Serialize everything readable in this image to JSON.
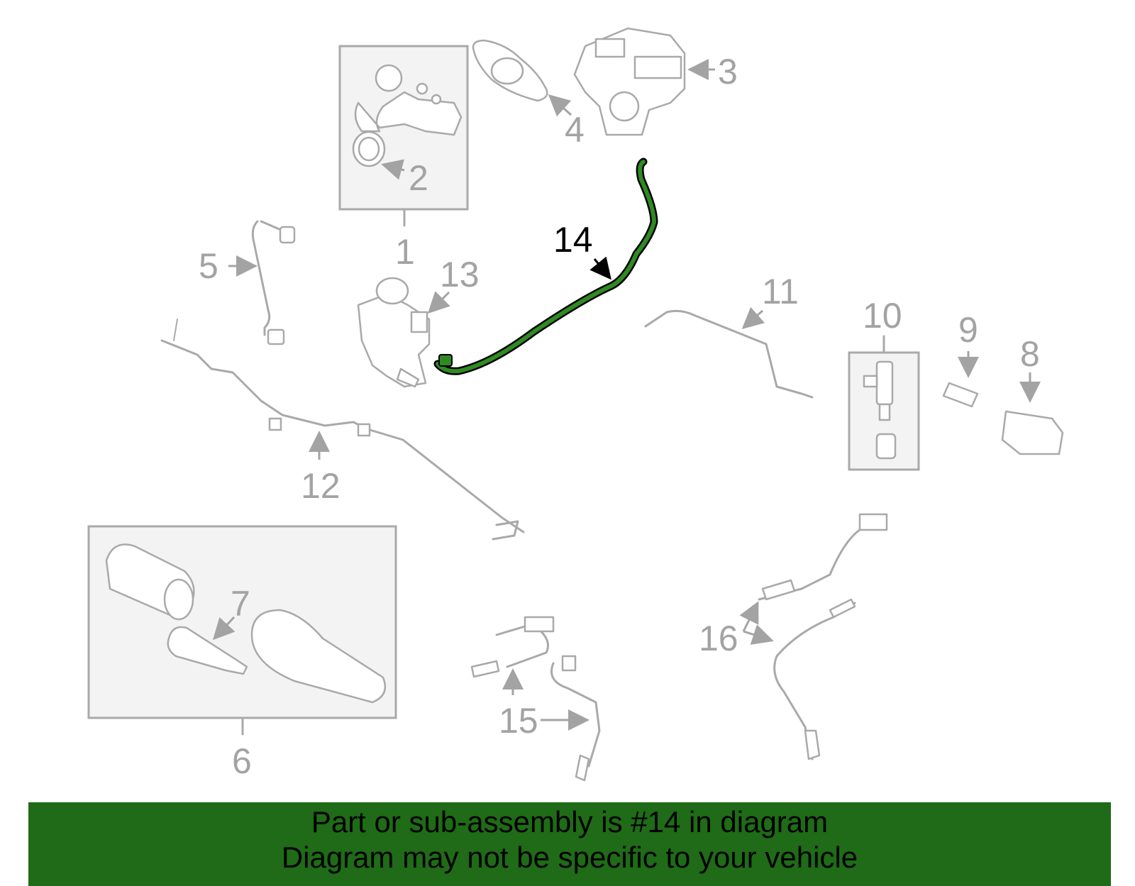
{
  "diagram": {
    "highlighted_part": "14",
    "callouts": {
      "p1": "1",
      "p2": "2",
      "p3": "3",
      "p4": "4",
      "p5": "5",
      "p6": "6",
      "p7": "7",
      "p8": "8",
      "p9": "9",
      "p10": "10",
      "p11": "11",
      "p12": "12",
      "p13": "13",
      "p14": "14",
      "p15": "15",
      "p16": "16"
    },
    "colors": {
      "highlight": "#1f6b17",
      "parts": "#a9a9a9",
      "footer": "#1f6b17"
    }
  },
  "footer": {
    "line1": "Part or sub-assembly is #14 in diagram",
    "line2": "Diagram may not be specific to your vehicle"
  }
}
